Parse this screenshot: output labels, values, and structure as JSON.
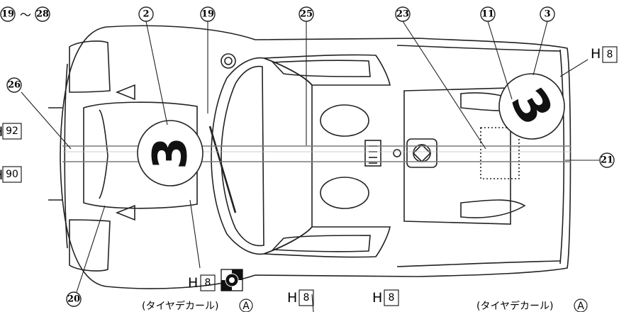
{
  "range_label": {
    "from": "19",
    "sep": "〜",
    "to": "28"
  },
  "callouts": {
    "c2": "2",
    "c19": "19",
    "c25": "25",
    "c23": "23",
    "c11": "11",
    "c3": "3",
    "c26": "26",
    "c21": "21",
    "c20": "20"
  },
  "paint_codes": {
    "code_rear_right": {
      "letter": "H",
      "number": "8"
    },
    "code_left_upper": {
      "letter": "H",
      "number": "92"
    },
    "code_left_lower": {
      "letter": "H",
      "number": "90"
    },
    "code_bottom_1": {
      "letter": "H",
      "number": "8"
    },
    "code_bottom_2": {
      "letter": "H",
      "number": "8"
    },
    "code_bottom_3": {
      "letter": "H",
      "number": "8"
    }
  },
  "captions": {
    "tire_decal_left": {
      "text": "(タイヤデカール)",
      "mark": "A"
    },
    "tire_decal_right": {
      "text": "(タイヤデカール)",
      "mark": "A"
    }
  },
  "race_numbers": {
    "front": "3",
    "rear": "3"
  },
  "colors": {
    "line": "#222222",
    "stripe": "#7a7a7a",
    "roundel": "#ffffff",
    "number": "#111111"
  }
}
